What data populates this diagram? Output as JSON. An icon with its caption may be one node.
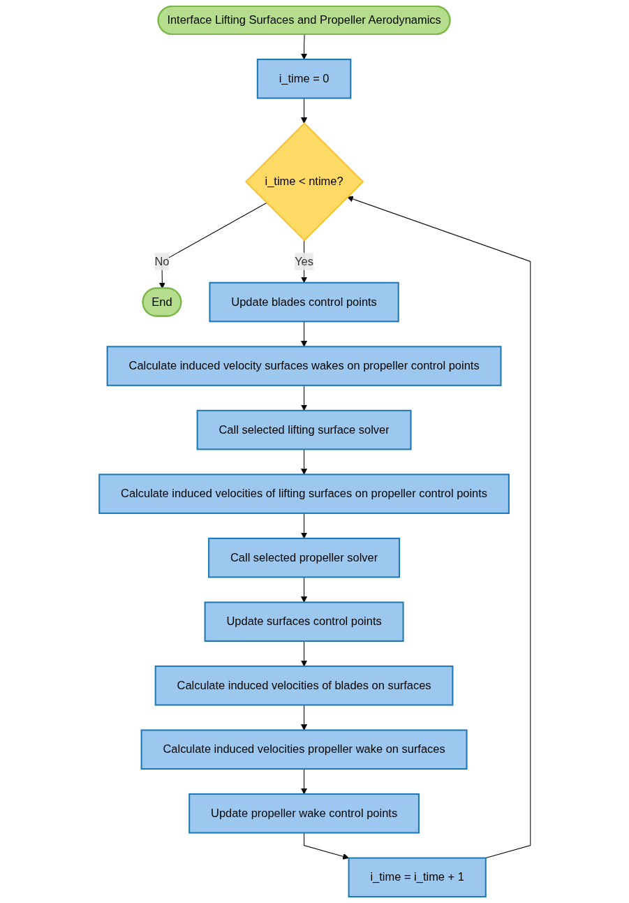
{
  "diagram": {
    "nodes": [
      {
        "text": [
          "Interface Lifting Surfaces and Propeller Aerodynamics"
        ]
      },
      {
        "text": [
          "i_time = 0"
        ]
      },
      {
        "text": [
          "i_time < ntime?"
        ]
      },
      {
        "text": [
          "End"
        ]
      },
      {
        "text": [
          "Update blades control points"
        ]
      },
      {
        "text": [
          "Calculate induced velocity surfaces wakes on propeller control points"
        ]
      },
      {
        "text": [
          "Call selected lifting surface solver"
        ]
      },
      {
        "text": [
          "Calculate induced velocities of lifting surfaces on propeller control points"
        ]
      },
      {
        "text": [
          "Call selected propeller solver"
        ]
      },
      {
        "text": [
          "Update surfaces control points"
        ]
      },
      {
        "text": [
          "Calculate induced velocities of blades on surfaces"
        ]
      },
      {
        "text": [
          "Calculate induced velocities propeller wake on surfaces"
        ]
      },
      {
        "text": [
          "Update propeller wake control points"
        ]
      },
      {
        "text": [
          "i_time = i_time + 1"
        ]
      }
    ],
    "edges": [
      {
        "from": 0,
        "to": 1,
        "arrow": "to"
      },
      {
        "from": 1,
        "to": 2,
        "arrow": "to"
      },
      {
        "from": 2,
        "to": 3,
        "arrow": "to",
        "label": "No"
      },
      {
        "from": 2,
        "to": 4,
        "arrow": "to",
        "label": "Yes"
      },
      {
        "from": 4,
        "to": 5,
        "arrow": "to"
      },
      {
        "from": 5,
        "to": 6,
        "arrow": "to"
      },
      {
        "from": 6,
        "to": 7,
        "arrow": "to"
      },
      {
        "from": 7,
        "to": 8,
        "arrow": "to"
      },
      {
        "from": 8,
        "to": 9,
        "arrow": "to"
      },
      {
        "from": 9,
        "to": 10,
        "arrow": "to"
      },
      {
        "from": 10,
        "to": 11,
        "arrow": "to"
      },
      {
        "from": 11,
        "to": 12,
        "arrow": "to"
      },
      {
        "from": 12,
        "to": 13,
        "arrow": "to"
      },
      {
        "from": 13,
        "to": 2,
        "arrow": "to"
      }
    ]
  }
}
